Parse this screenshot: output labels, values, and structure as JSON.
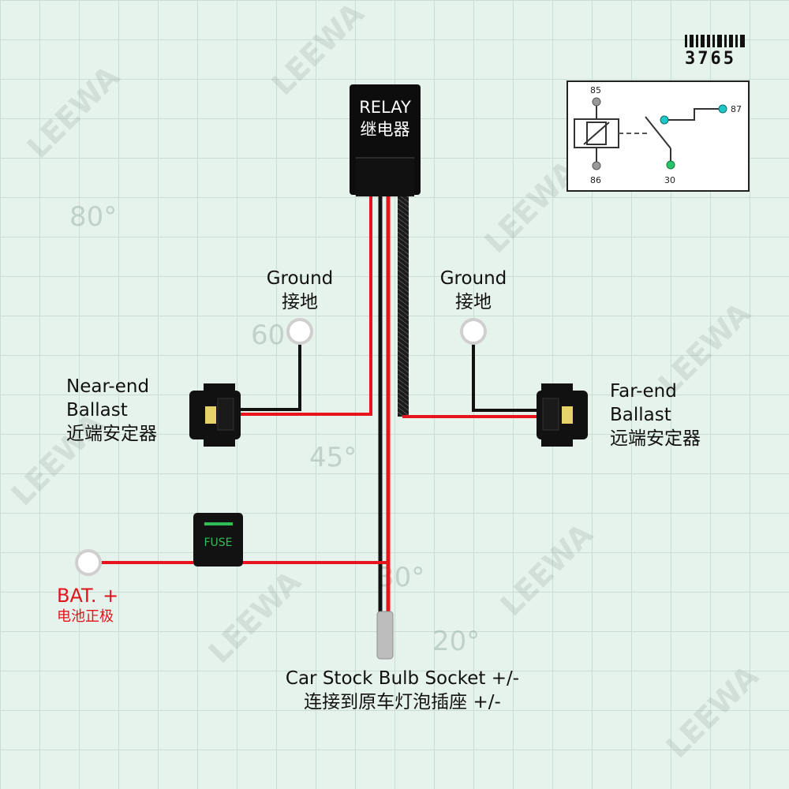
{
  "badge": {
    "code": "3765"
  },
  "relay": {
    "line1": "RELAY",
    "line2": "继电器"
  },
  "schematic": {
    "pins": [
      "85",
      "86",
      "87",
      "30"
    ]
  },
  "ground_left": {
    "en": "Ground",
    "zh": "接地"
  },
  "ground_right": {
    "en": "Ground",
    "zh": "接地"
  },
  "near_ballast": {
    "line1": "Near-end",
    "line2": "Ballast",
    "zh": "近端安定器"
  },
  "far_ballast": {
    "line1": "Far-end",
    "line2": "Ballast",
    "zh": "远端安定器"
  },
  "fuse": {
    "label": "FUSE"
  },
  "battery": {
    "en": "BAT. +",
    "zh": "电池正极"
  },
  "socket": {
    "en": "Car Stock Bulb Socket +/-",
    "zh": "连接到原车灯泡插座 +/-"
  },
  "watermark": {
    "text": "LEEWA"
  },
  "background_angles": [
    "80°",
    "60°",
    "45°",
    "30°",
    "20°"
  ],
  "colors": {
    "wire_red": "#e8141b",
    "wire_black": "#111111",
    "fuse_green": "#2fbf55",
    "battery_label": "#e0141b",
    "pin_teal": "#1fc6c6",
    "pin_green": "#27c46a"
  }
}
